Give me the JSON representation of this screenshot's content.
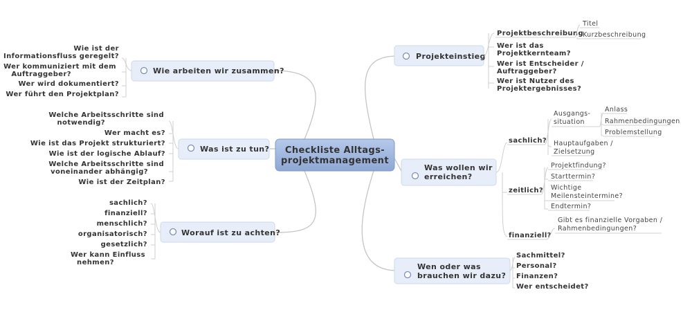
{
  "central": {
    "line1": "Checkliste Alltags-",
    "line2": "projektmanagement"
  },
  "projekteinstieg": {
    "title": "Projekteinstieg",
    "beschreibung": "Projektbeschreibung",
    "titel": "Titel",
    "kurz": "Kurzbeschreibung",
    "team1": "Wer ist das",
    "team2": "Projektkernteam?",
    "ent1": "Wer ist Entscheider /",
    "ent2": "Auftraggeber?",
    "nutzer1": "Wer ist Nutzer des",
    "nutzer2": "Projektergebnisses?"
  },
  "wollen": {
    "title1": "Was wollen wir",
    "title2": "erreichen?",
    "sachlich": "sachlich?",
    "ausgang1": "Ausgangs-",
    "ausgang2": "situation",
    "anlass": "Anlass",
    "rahmen": "Rahmenbedingungen",
    "problem": "Problemstellung",
    "haupt1": "Hauptaufgaben /",
    "haupt2": "Zielsetzung",
    "zeitlich": "zeitlich?",
    "findung": "Projektfindung?",
    "start": "Starttermin?",
    "meilen1": "Wichtige",
    "meilen2": "Meilensteintermine?",
    "end": "Endtermin?",
    "finanziell": "finanziell?",
    "fin1": "Gibt es finanzielle Vorgaben /",
    "fin2": "Rahmenbedingungen?"
  },
  "brauchen": {
    "title1": "Wen oder was",
    "title2": "brauchen wir dazu?",
    "items": [
      "Sachmittel?",
      "Personal?",
      "Finanzen?",
      "Wer entscheidet?"
    ]
  },
  "zusammen": {
    "title": "Wie arbeiten wir zusammen?",
    "info1": "Wie ist der",
    "info2": "Informationsfluss geregelt?",
    "komm1": "Wer kommuniziert mit dem",
    "komm2": "Auftraggeber?",
    "doku": "Wer wird dokumentiert?",
    "plan": "Wer führt den Projektplan?"
  },
  "tun": {
    "title": "Was ist zu tun?",
    "schritte1": "Welche Arbeitsschritte sind",
    "schritte2": "notwendig?",
    "macht": "Wer macht es?",
    "struktur": "Wie ist das Projekt strukturiert?",
    "ablauf": "Wie ist der logische Ablauf?",
    "abh1": "Welche Arbeitsschritte sind",
    "abh2": "voneinander abhängig?",
    "zeitplan": "Wie ist der Zeitplan?"
  },
  "achten": {
    "title": "Worauf ist zu achten?",
    "items": [
      "sachlich?",
      "finanziell?",
      "menschlich?",
      "organisatorisch?",
      "gesetzlich?"
    ],
    "einfluss1": "Wer kann Einfluss",
    "einfluss2": "nehmen?"
  }
}
